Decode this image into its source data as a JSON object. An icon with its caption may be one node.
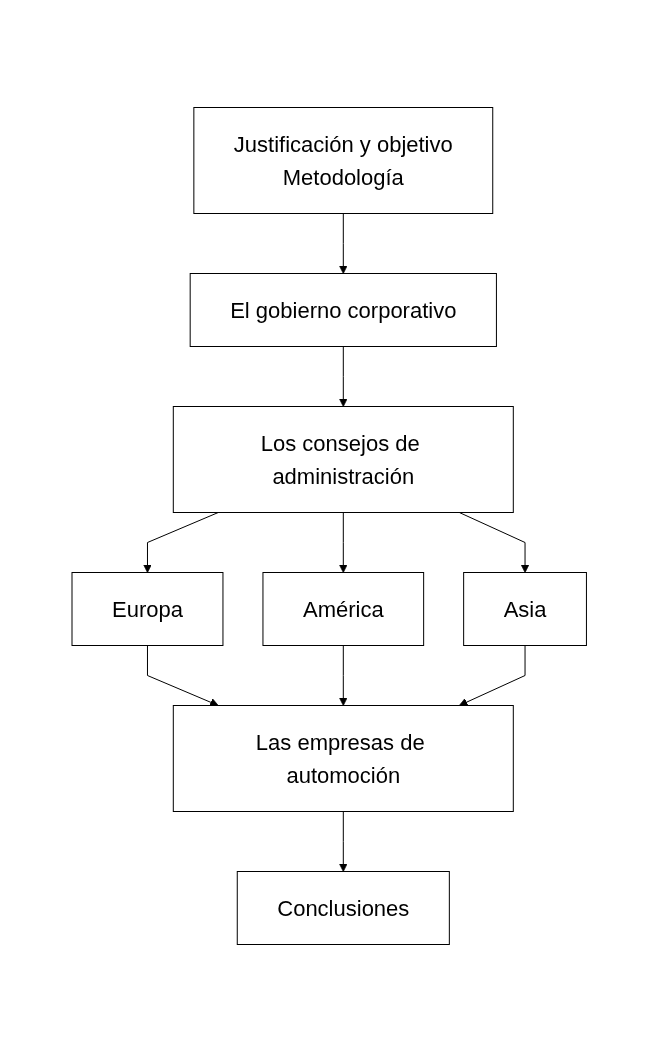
{
  "diagram": {
    "nodes": [
      {
        "text": [
          "Justificación y objetivo",
          "Metodología"
        ]
      },
      {
        "text": [
          "El gobierno corporativo"
        ]
      },
      {
        "text": [
          "Los consejos de administración"
        ]
      },
      {
        "text": [
          "Europa"
        ]
      },
      {
        "text": [
          "América"
        ]
      },
      {
        "text": [
          "Asia"
        ]
      },
      {
        "text": [
          "Las empresas de automoción"
        ]
      },
      {
        "text": [
          "Conclusiones"
        ]
      }
    ],
    "edges": [
      {
        "from": 0,
        "to": 1,
        "arrow": "to"
      },
      {
        "from": 1,
        "to": 2,
        "arrow": "to"
      },
      {
        "from": 2,
        "to": 3,
        "arrow": "to"
      },
      {
        "from": 2,
        "to": 4,
        "arrow": "to"
      },
      {
        "from": 2,
        "to": 5,
        "arrow": "to"
      },
      {
        "from": 3,
        "to": 6,
        "arrow": "to"
      },
      {
        "from": 4,
        "to": 6,
        "arrow": "to"
      },
      {
        "from": 5,
        "to": 6,
        "arrow": "to"
      },
      {
        "from": 6,
        "to": 7,
        "arrow": "to"
      }
    ]
  }
}
